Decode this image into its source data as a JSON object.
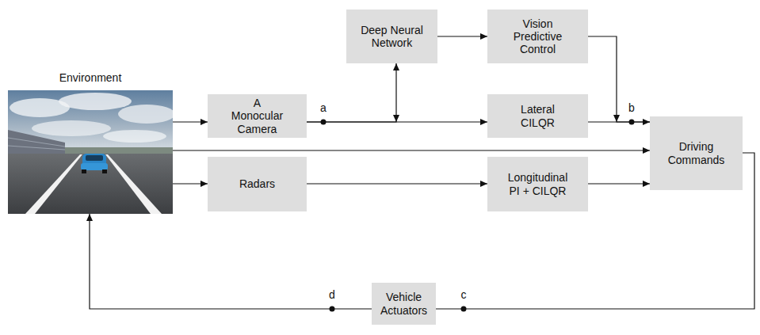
{
  "diagram": {
    "nodes": [
      {
        "text": [
          "Environment"
        ]
      },
      {
        "text": [
          "Deep Neural Network"
        ]
      },
      {
        "text": [
          "Vision Predictive Control"
        ]
      },
      {
        "text": [
          "A Monocular Camera"
        ]
      },
      {
        "text": [
          "Lateral CILQR"
        ]
      },
      {
        "text": [
          "Driving Commands"
        ]
      },
      {
        "text": [
          "Radars"
        ]
      },
      {
        "text": [
          "Longitudinal PI + CILQR"
        ]
      },
      {
        "text": [
          "Vehicle Actuators"
        ]
      }
    ],
    "edges": [
      {
        "from": 0,
        "to": 3,
        "arrow": "to"
      },
      {
        "from": 3,
        "to": 4,
        "arrow": "to"
      },
      {
        "from": 3,
        "to": 1,
        "arrow": "both"
      },
      {
        "from": 1,
        "to": 2,
        "arrow": "to"
      },
      {
        "from": 2,
        "to": 5,
        "arrow": "to"
      },
      {
        "from": 4,
        "to": 5,
        "arrow": "to"
      },
      {
        "from": 0,
        "to": 5,
        "arrow": "to"
      },
      {
        "from": 0,
        "to": 6,
        "arrow": "to"
      },
      {
        "from": 6,
        "to": 7,
        "arrow": "to"
      },
      {
        "from": 7,
        "to": 5,
        "arrow": "to"
      },
      {
        "from": 5,
        "to": 8,
        "arrow": "none"
      },
      {
        "from": 8,
        "to": 0,
        "arrow": "to"
      }
    ],
    "labels": [
      "a",
      "b",
      "c",
      "d"
    ]
  }
}
